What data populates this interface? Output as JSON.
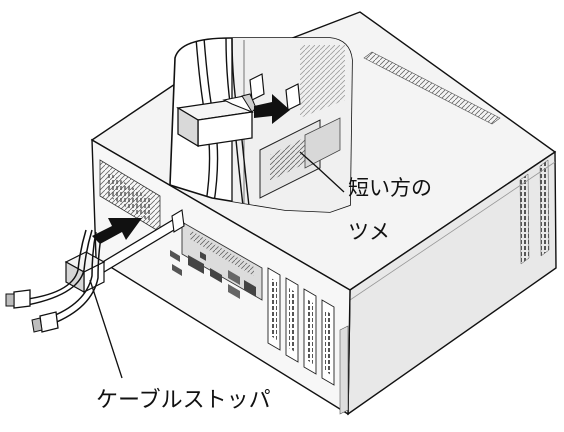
{
  "labels": {
    "short_tab_line1": "短い方の",
    "short_tab_line2": "ツメ",
    "cable_stopper": "ケーブルストッパ"
  },
  "colors": {
    "outline": "#111111",
    "panel_light": "#f2f2f2",
    "panel_mid": "#e2e2e2",
    "panel_dark": "#8a8a8a",
    "vent": "#555555",
    "arrow": "#111111"
  }
}
